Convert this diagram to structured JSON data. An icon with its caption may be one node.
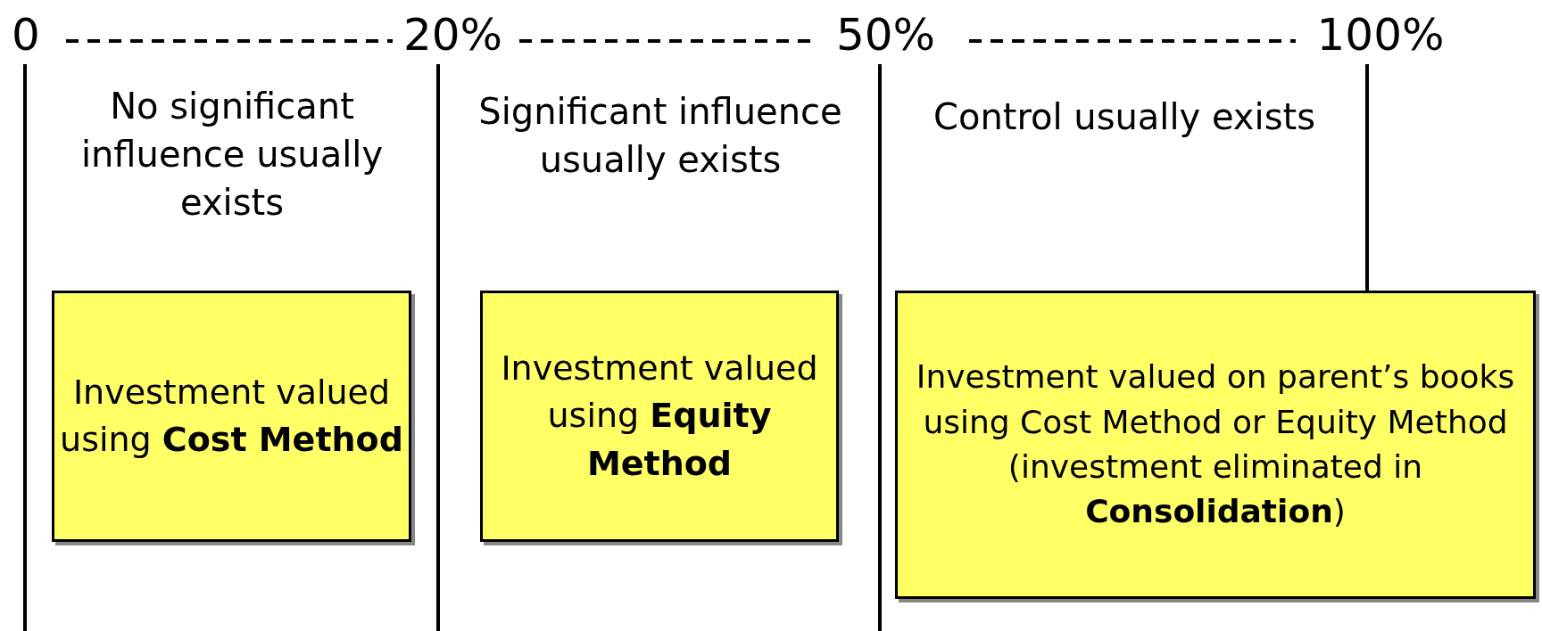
{
  "diagram": {
    "nodes": [
      {
        "text": [
          "Investment valued using **Cost Method**"
        ]
      },
      {
        "text": [
          "Investment valued using **Equity Method**"
        ]
      },
      {
        "text": [
          "Investment valued on parent’s books using Cost Method or Equity Method (investment eliminated in **Consolidation**)"
        ]
      }
    ],
    "edges": [],
    "labels": [
      "0",
      "20%",
      "50%",
      "100%",
      "No significant influence usually exists",
      "Significant influence usually exists",
      "Control usually exists"
    ]
  }
}
